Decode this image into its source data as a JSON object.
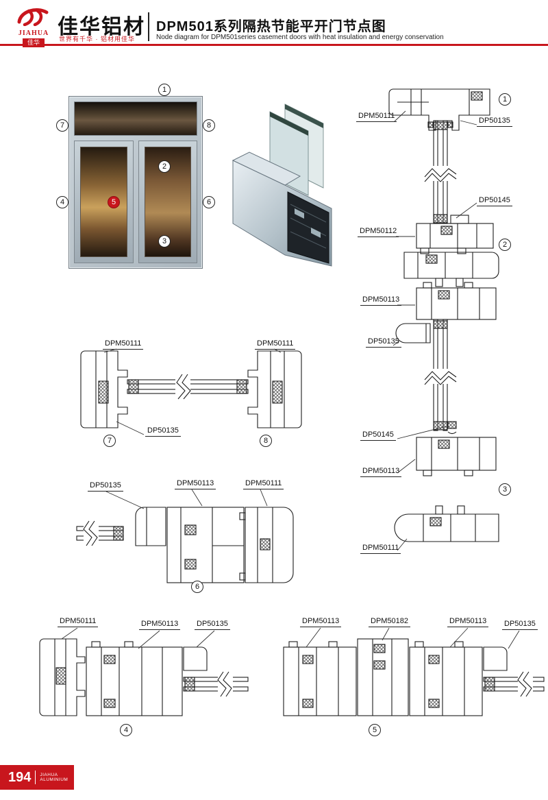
{
  "header": {
    "brand_cn": "佳华铝材",
    "brand_en": "JIAHUA",
    "brand_seal": "佳华",
    "tagline": "世界有千华 · 铝材用佳华",
    "title_cn": "DPM501系列隔热节能平开门节点图",
    "title_en": "Node diagram for DPM501series casement doors with heat insulation and energy conservation"
  },
  "colors": {
    "accent_red": "#c8161d",
    "line_black": "#1c1c1c"
  },
  "figure": {
    "callouts": [
      "1",
      "2",
      "3",
      "4",
      "5",
      "6",
      "7",
      "8"
    ]
  },
  "right_section": {
    "labels": [
      "DPM50111",
      "DP50135",
      "DP50145",
      "DPM50112",
      "DPM50113",
      "DP50135",
      "DP50145",
      "DPM50113",
      "DPM50111"
    ],
    "callouts": [
      "1",
      "2",
      "3"
    ]
  },
  "mid_section": {
    "labels": [
      "DPM50111",
      "DPM50111",
      "DP50135"
    ],
    "callouts": [
      "7",
      "8"
    ]
  },
  "corner_section": {
    "labels": [
      "DP50135",
      "DPM50113",
      "DPM50111"
    ],
    "callouts": [
      "6"
    ]
  },
  "bottom_section": {
    "labels": [
      "DPM50111",
      "DPM50113",
      "DP50135",
      "DPM50113",
      "DPM50182",
      "DPM50113",
      "DP50135"
    ],
    "callouts": [
      "4",
      "5"
    ]
  },
  "footer": {
    "page_number": "194",
    "brand_line1": "JIAHUA",
    "brand_line2": "ALUMINIUM"
  }
}
